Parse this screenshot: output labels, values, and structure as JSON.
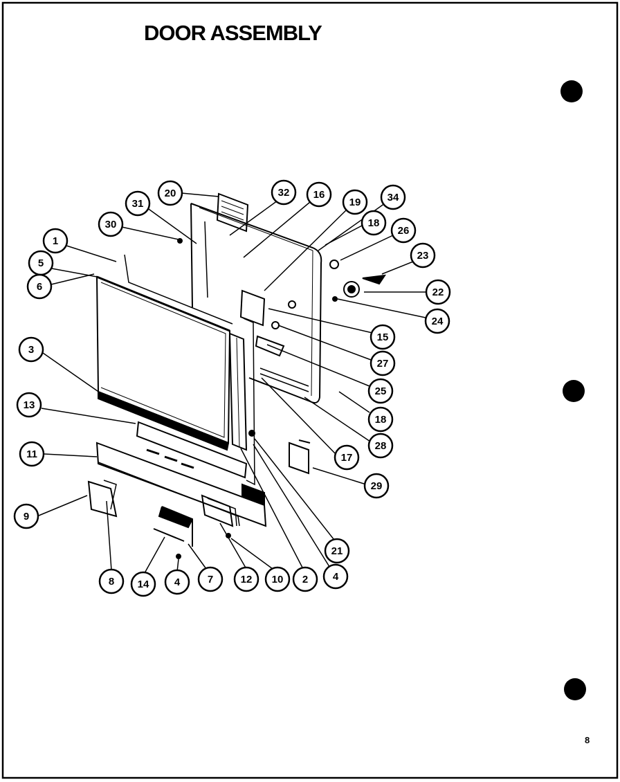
{
  "title": "DOOR ASSEMBLY",
  "page_number": "8",
  "callouts": [
    {
      "id": "c20",
      "label": "20"
    },
    {
      "id": "c32",
      "label": "32"
    },
    {
      "id": "c16",
      "label": "16"
    },
    {
      "id": "c19",
      "label": "19"
    },
    {
      "id": "c34",
      "label": "34"
    },
    {
      "id": "c31",
      "label": "31"
    },
    {
      "id": "c30",
      "label": "30"
    },
    {
      "id": "c18a",
      "label": "18"
    },
    {
      "id": "c26",
      "label": "26"
    },
    {
      "id": "c1",
      "label": "1"
    },
    {
      "id": "c23",
      "label": "23"
    },
    {
      "id": "c5",
      "label": "5"
    },
    {
      "id": "c6",
      "label": "6"
    },
    {
      "id": "c22",
      "label": "22"
    },
    {
      "id": "c24",
      "label": "24"
    },
    {
      "id": "c15",
      "label": "15"
    },
    {
      "id": "c3",
      "label": "3"
    },
    {
      "id": "c27",
      "label": "27"
    },
    {
      "id": "c25",
      "label": "25"
    },
    {
      "id": "c13",
      "label": "13"
    },
    {
      "id": "c18b",
      "label": "18"
    },
    {
      "id": "c28",
      "label": "28"
    },
    {
      "id": "c17",
      "label": "17"
    },
    {
      "id": "c11",
      "label": "11"
    },
    {
      "id": "c29",
      "label": "29"
    },
    {
      "id": "c9",
      "label": "9"
    },
    {
      "id": "c21",
      "label": "21"
    },
    {
      "id": "c8",
      "label": "8"
    },
    {
      "id": "c14",
      "label": "14"
    },
    {
      "id": "c4a",
      "label": "4"
    },
    {
      "id": "c7",
      "label": "7"
    },
    {
      "id": "c12",
      "label": "12"
    },
    {
      "id": "c10",
      "label": "10"
    },
    {
      "id": "c2",
      "label": "2"
    },
    {
      "id": "c4b",
      "label": "4"
    }
  ]
}
